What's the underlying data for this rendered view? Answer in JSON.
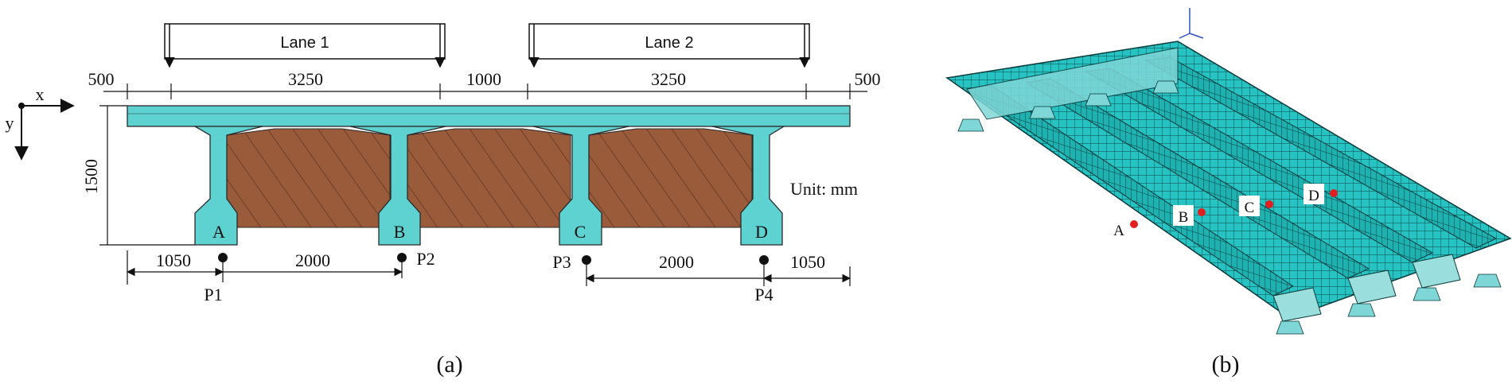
{
  "panel_a": {
    "caption": "(a)",
    "lanes": [
      "Lane 1",
      "Lane 2"
    ],
    "axes": {
      "x": "x",
      "y": "y"
    },
    "top_dims": [
      "500",
      "3250",
      "1000",
      "3250",
      "500"
    ],
    "height_dim": "1500",
    "unit": "Unit: mm",
    "girders": [
      "A",
      "B",
      "C",
      "D"
    ],
    "points": [
      "P1",
      "P2",
      "P3",
      "P4"
    ],
    "bottom_dims_left": [
      "1050",
      "2000"
    ],
    "bottom_dims_right": [
      "2000",
      "1050"
    ],
    "colors": {
      "concrete": "#5ed1d1",
      "fill": "#9a5b3a",
      "outline": "#2a2a2a"
    }
  },
  "panel_b": {
    "caption": "(b)",
    "labels": [
      "A",
      "B",
      "C",
      "D"
    ],
    "colors": {
      "mesh": "#22b8b8",
      "line": "#0a3a3a",
      "marker": "#e02020"
    }
  }
}
